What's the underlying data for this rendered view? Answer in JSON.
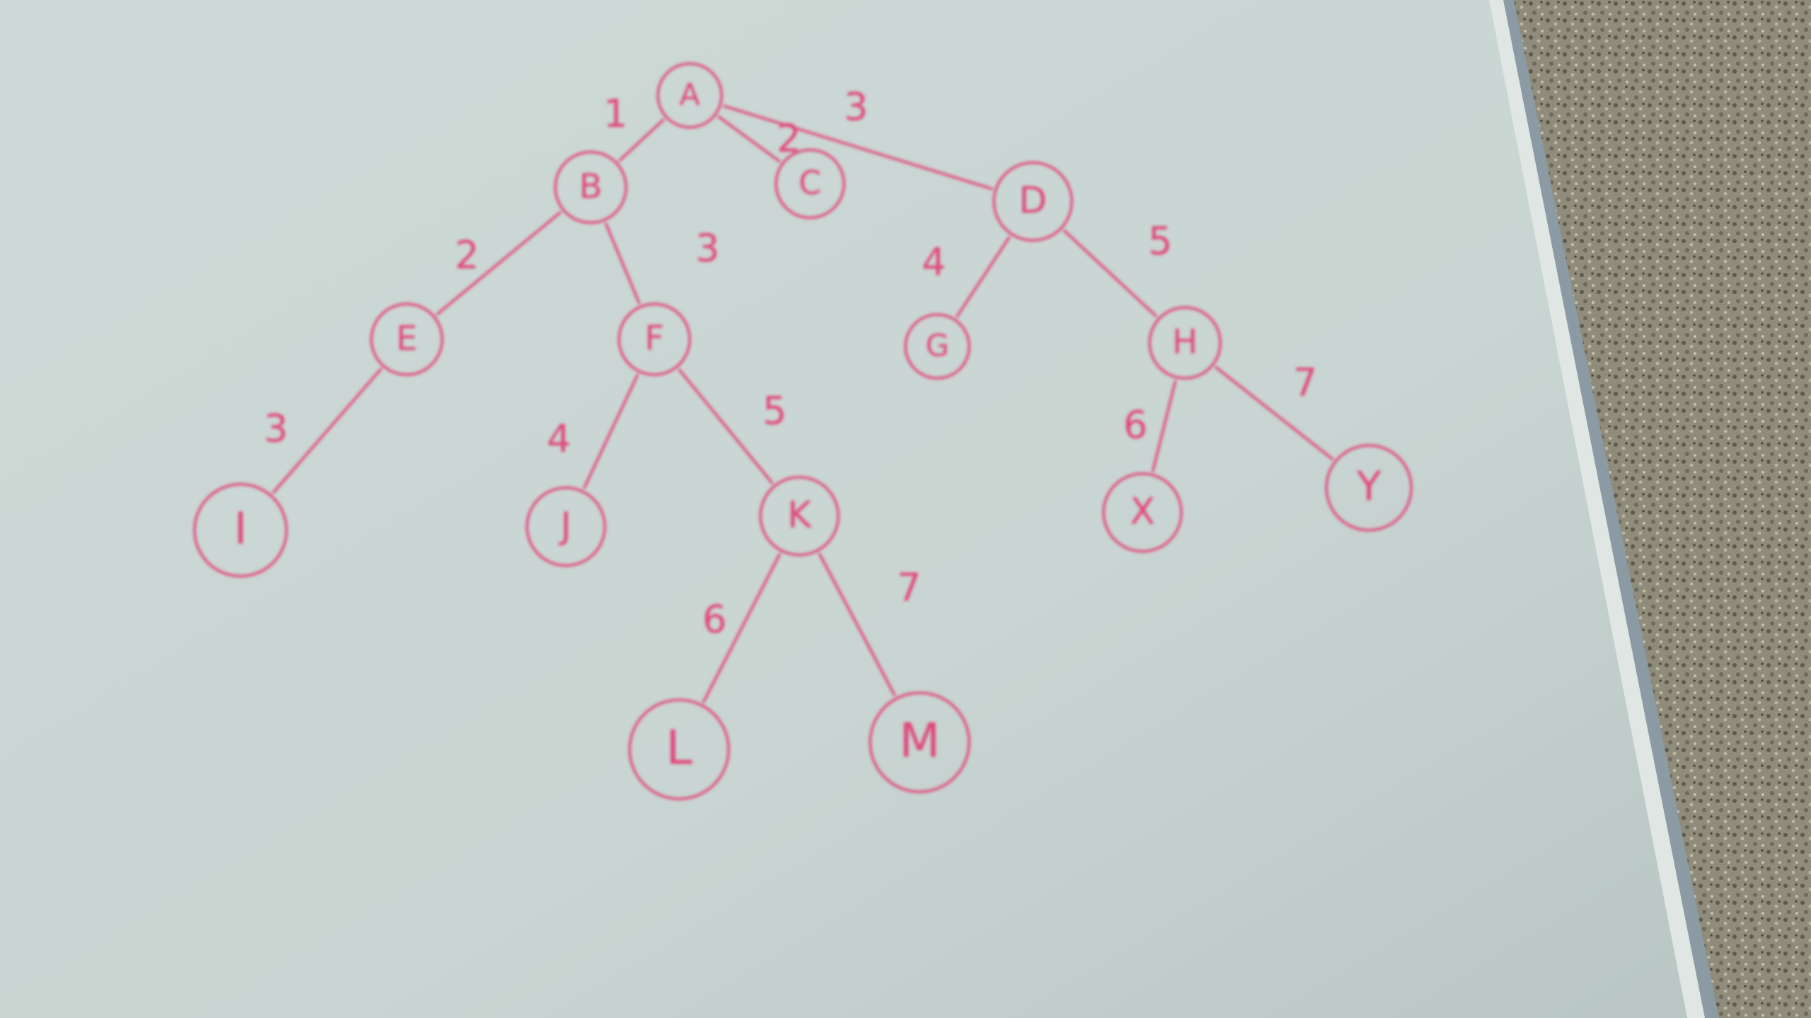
{
  "colors": {
    "board": "#cfdad7",
    "board_shade": "#b9c5c3",
    "frame": "#8b9aa3",
    "carpet": "#8f8c7b",
    "marker": "#e0457a"
  },
  "nodes": [
    {
      "id": "A",
      "label": "A"
    },
    {
      "id": "B",
      "label": "B"
    },
    {
      "id": "C",
      "label": "C"
    },
    {
      "id": "D",
      "label": "D"
    },
    {
      "id": "E",
      "label": "E"
    },
    {
      "id": "F",
      "label": "F"
    },
    {
      "id": "G",
      "label": "G"
    },
    {
      "id": "H",
      "label": "H"
    },
    {
      "id": "I",
      "label": "I"
    },
    {
      "id": "J",
      "label": "J"
    },
    {
      "id": "K",
      "label": "K"
    },
    {
      "id": "X",
      "label": "X"
    },
    {
      "id": "Y",
      "label": "Y"
    },
    {
      "id": "L",
      "label": "L"
    },
    {
      "id": "M",
      "label": "M"
    }
  ],
  "edges": [
    {
      "from": "A",
      "to": "B",
      "label": "1"
    },
    {
      "from": "A",
      "to": "C",
      "label": "2"
    },
    {
      "from": "A",
      "to": "D",
      "label": "3"
    },
    {
      "from": "B",
      "to": "E",
      "label": "2"
    },
    {
      "from": "B",
      "to": "F",
      "label": "3"
    },
    {
      "from": "D",
      "to": "G",
      "label": "4"
    },
    {
      "from": "D",
      "to": "H",
      "label": "5"
    },
    {
      "from": "E",
      "to": "I",
      "label": "3"
    },
    {
      "from": "F",
      "to": "J",
      "label": "4"
    },
    {
      "from": "F",
      "to": "K",
      "label": "5"
    },
    {
      "from": "H",
      "to": "X",
      "label": "6"
    },
    {
      "from": "H",
      "to": "Y",
      "label": "7"
    },
    {
      "from": "K",
      "to": "L",
      "label": "6"
    },
    {
      "from": "K",
      "to": "M",
      "label": "7"
    }
  ]
}
